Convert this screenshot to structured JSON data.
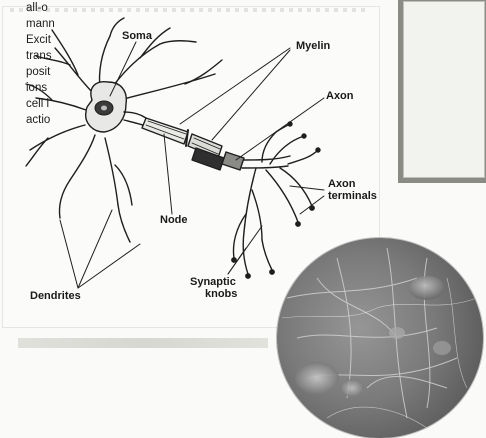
{
  "labels": {
    "soma": "Soma",
    "myelin": "Myelin",
    "axon": "Axon",
    "axon_terminals_line1": "Axon",
    "axon_terminals_line2": "terminals",
    "node": "Node",
    "dendrites": "Dendrites",
    "synaptic_knobs_line1": "Synaptic",
    "synaptic_knobs_line2": "knobs"
  },
  "side_text": {
    "lines": [
      "all-o",
      "mann",
      "Excit",
      "trans",
      "posit",
      "ions",
      "cell l",
      "actio"
    ]
  },
  "colors": {
    "ink": "#1a1a1a",
    "photo_tone": "#7a7a7a",
    "box_border": "#8b8b86"
  }
}
